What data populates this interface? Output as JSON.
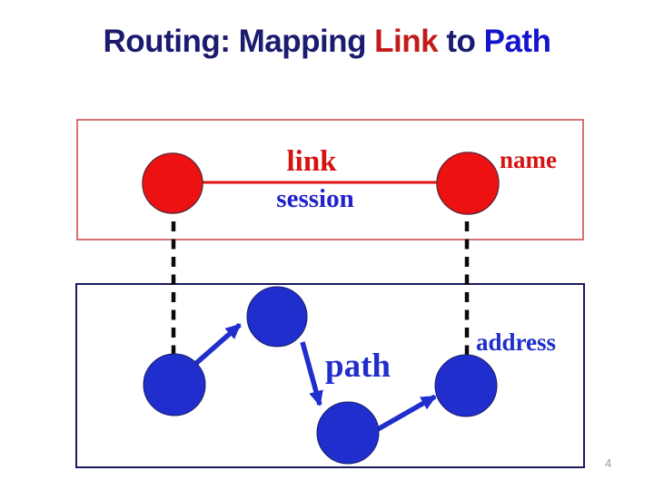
{
  "title": {
    "part1": "Routing: Mapping ",
    "part2": "Link",
    "part3": " to ",
    "part4": "Path"
  },
  "link_layer": {
    "edge_label": "link",
    "edge_sublabel": "session",
    "node_label": "name"
  },
  "path_layer": {
    "edge_label": "path",
    "node_label": "address"
  },
  "page_number": "4",
  "colors": {
    "title_navy": "#1b1b70",
    "title_red": "#c41a1a",
    "title_blue": "#1515cc",
    "node_red": "#ee1111",
    "red_edge_line": "#e01212",
    "red_box_border": "#cc4444",
    "node_blue": "#1f2ecc",
    "blue_box_border": "#1a1a5e",
    "connector_black": "#0a0a0a",
    "page_number_gray": "#9a9a9a"
  }
}
